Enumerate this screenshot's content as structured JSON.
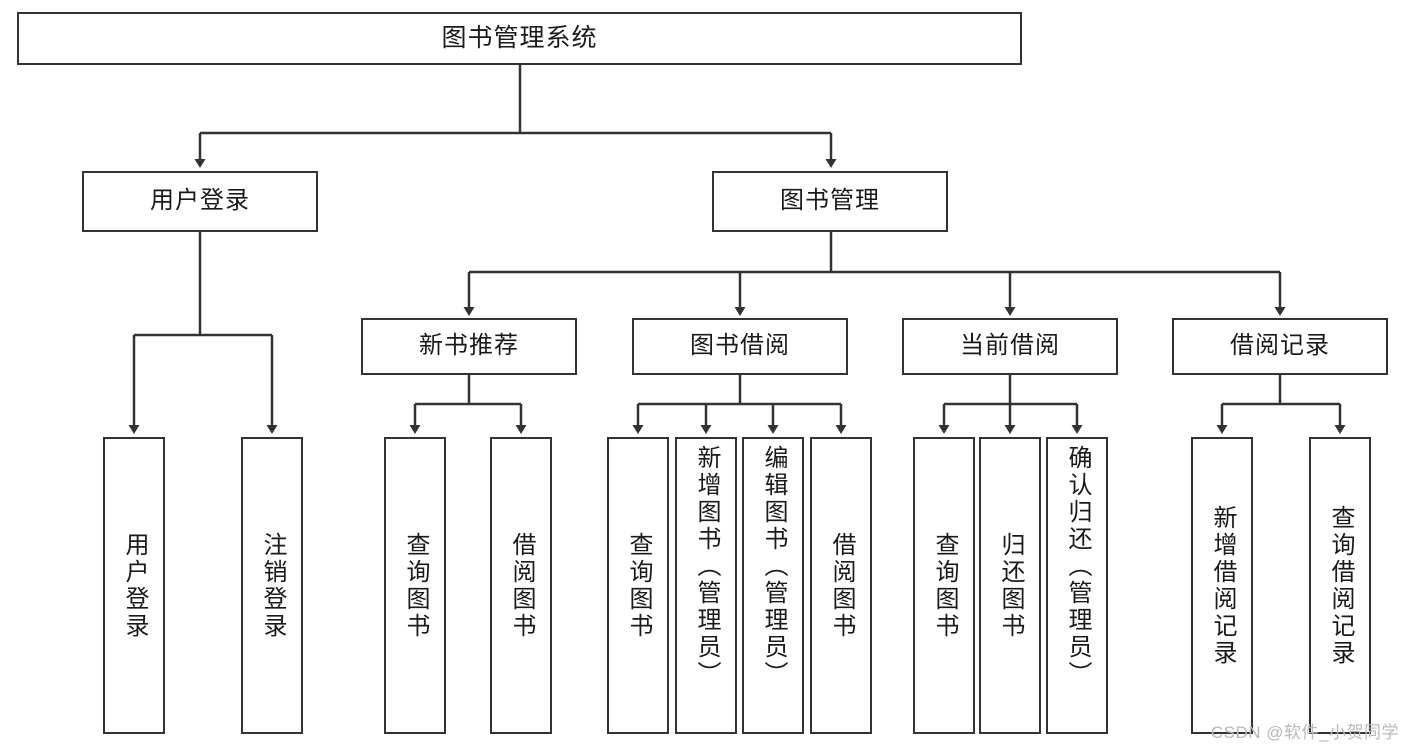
{
  "diagram": {
    "title": "图书管理系统",
    "type": "tree-hierarchy",
    "stroke_color": "#333333",
    "fill_color": "#ffffff",
    "text_color": "#1a1a1a"
  },
  "root": {
    "label": "图书管理系统"
  },
  "level1": [
    {
      "label": "用户登录"
    },
    {
      "label": "图书管理"
    }
  ],
  "level2": [
    {
      "label": "新书推荐"
    },
    {
      "label": "图书借阅"
    },
    {
      "label": "当前借阅"
    },
    {
      "label": "借阅记录"
    }
  ],
  "leaves": {
    "user_login": [
      {
        "label": "用户登录"
      },
      {
        "label": "注销登录"
      }
    ],
    "new_book_recommend": [
      {
        "label": "查询图书"
      },
      {
        "label": "借阅图书"
      }
    ],
    "book_borrow": [
      {
        "label": "查询图书"
      },
      {
        "label": "新增图书（管理员）"
      },
      {
        "label": "编辑图书（管理员）"
      },
      {
        "label": "借阅图书"
      }
    ],
    "current_borrow": [
      {
        "label": "查询图书"
      },
      {
        "label": "归还图书"
      },
      {
        "label": "确认归还（管理员）"
      }
    ],
    "borrow_record": [
      {
        "label": "新增借阅记录"
      },
      {
        "label": "查询借阅记录"
      }
    ]
  },
  "watermark": {
    "text": "CSDN @软件_小贺同学"
  }
}
